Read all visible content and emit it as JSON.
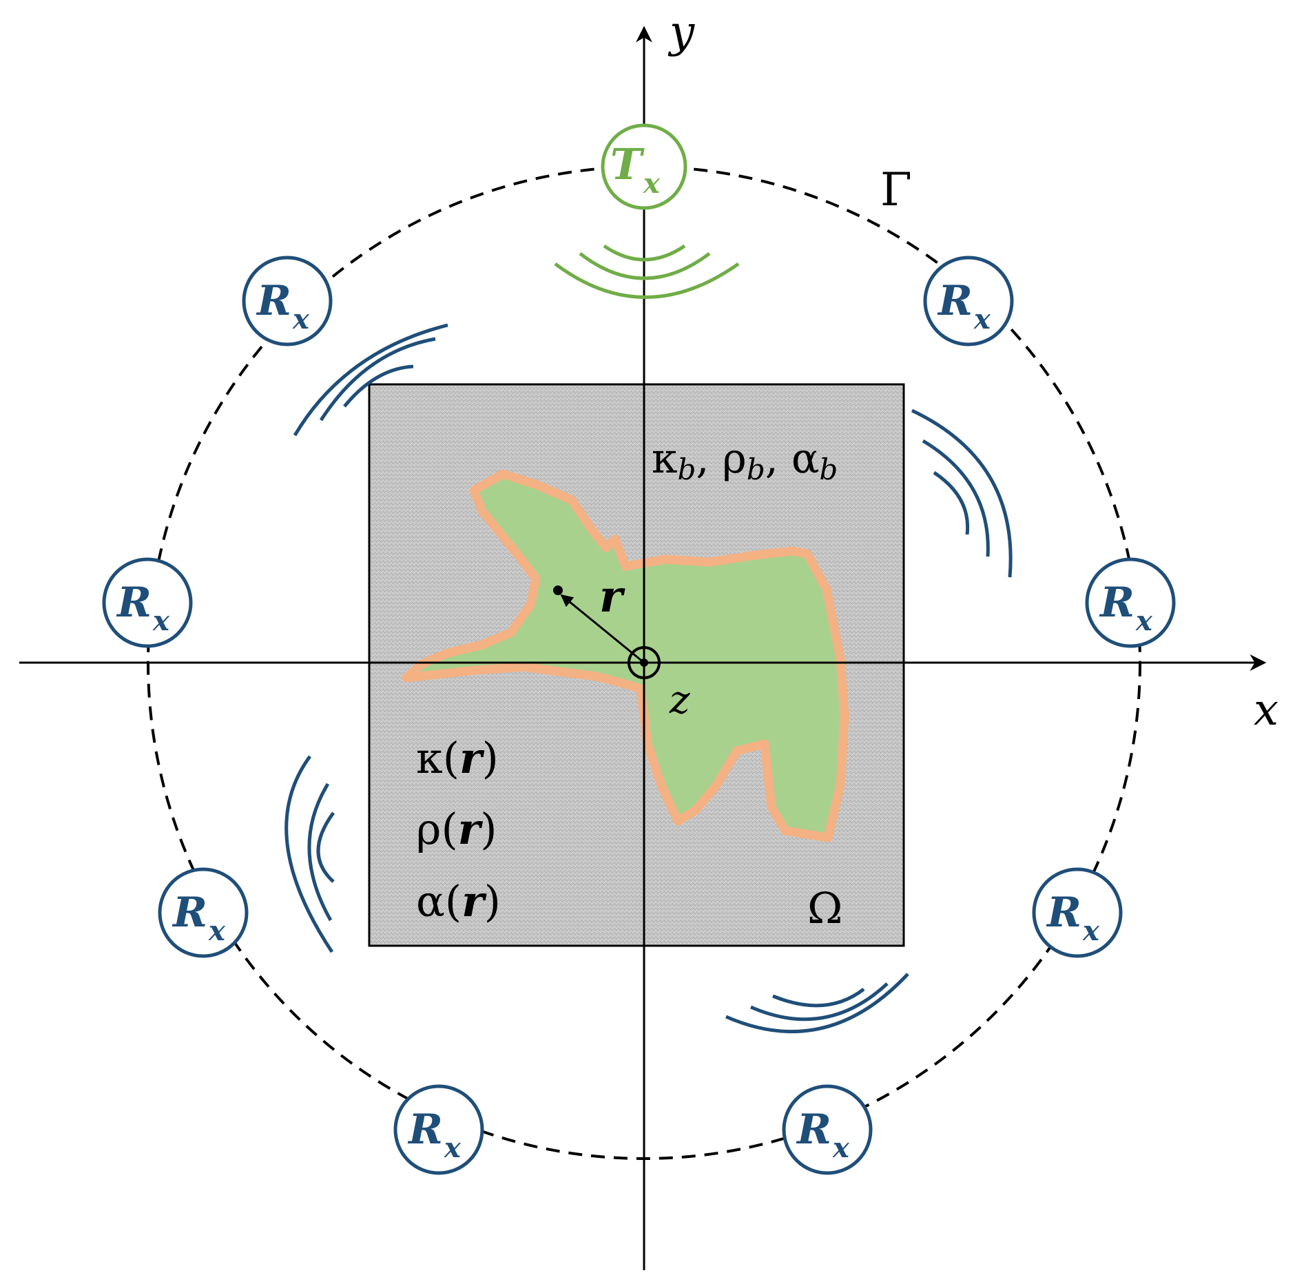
{
  "colors": {
    "receiver": "#1f4e79",
    "transmitter": "#70ad47",
    "region_fill": "#c9c9c9",
    "scatterer_fill": "#a9d18e",
    "scatterer_outline": "#f4b183",
    "axis": "#000000"
  },
  "axes": {
    "x_label": "x",
    "y_label": "y",
    "z_label": "z"
  },
  "boundary": {
    "label": "Γ"
  },
  "region": {
    "label": "Ω",
    "background_props": {
      "kappa": "κ",
      "rho": "ρ",
      "alpha": "α",
      "sub": "b",
      "sep": ", "
    },
    "object_props": {
      "kappa": "κ",
      "rho": "ρ",
      "alpha": "α",
      "arg_open": "(",
      "arg": "r",
      "arg_close": ")"
    }
  },
  "position_vector": {
    "label": "r"
  },
  "transmitter": {
    "main": "T",
    "sub": "x"
  },
  "receiver": {
    "main": "R",
    "sub": "x"
  }
}
